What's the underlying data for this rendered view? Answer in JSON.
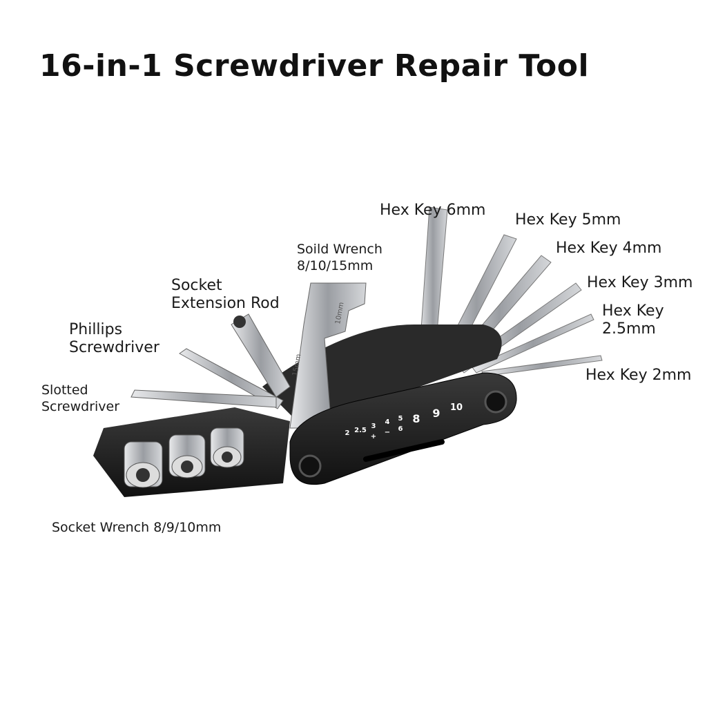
{
  "title": "16-in-1 Screwdriver Repair Tool",
  "labels": {
    "hex6": "Hex Key 6mm",
    "hex5": "Hex Key 5mm",
    "hex4": "Hex Key 4mm",
    "hex3": "Hex Key 3mm",
    "hex25": "Hex Key\n2.5mm",
    "hex2": "Hex Key 2mm",
    "solid_wrench": "Soild Wrench\n8/10/15mm",
    "socket_rod": "Socket\nExtension Rod",
    "phillips": "Phillips\nScrewdriver",
    "slotted": "Slotted\nScrewdriver",
    "socket_wrench": "Socket Wrench 8/9/10mm"
  },
  "body_markings": [
    "2",
    "2.5",
    "3",
    "4",
    "5",
    "+",
    "−",
    "6",
    "8",
    "9",
    "10"
  ],
  "wrench_markings": [
    "15mm",
    "10mm"
  ],
  "colors": {
    "body": "#1c1c1c",
    "steel": "#b9bcc0",
    "text": "#111111"
  }
}
